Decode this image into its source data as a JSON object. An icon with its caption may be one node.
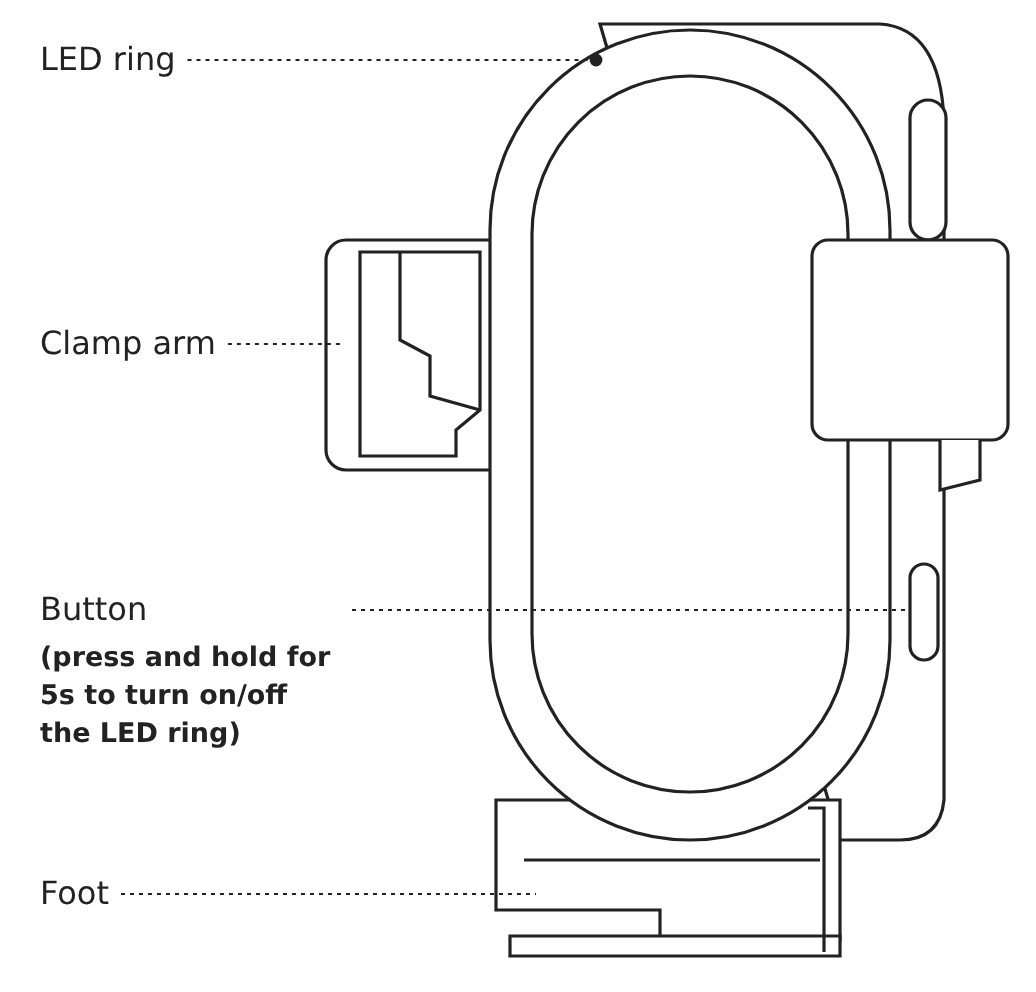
{
  "diagram": {
    "nodes": [
      {
        "text": [
          "LED ring"
        ]
      },
      {
        "text": [
          "Clamp arm"
        ]
      },
      {
        "text": [
          "Button",
          "(press and hold for 5s to turn on/off the LED ring)"
        ]
      },
      {
        "text": [
          "Foot"
        ]
      }
    ],
    "edges": [
      {
        "from": 0,
        "to": null,
        "arrow": "other",
        "style": "dashed"
      },
      {
        "from": 1,
        "to": null,
        "arrow": "none",
        "style": "dashed"
      },
      {
        "from": 2,
        "to": null,
        "arrow": "none",
        "style": "dashed"
      },
      {
        "from": 3,
        "to": null,
        "arrow": "none",
        "style": "dashed"
      }
    ]
  }
}
